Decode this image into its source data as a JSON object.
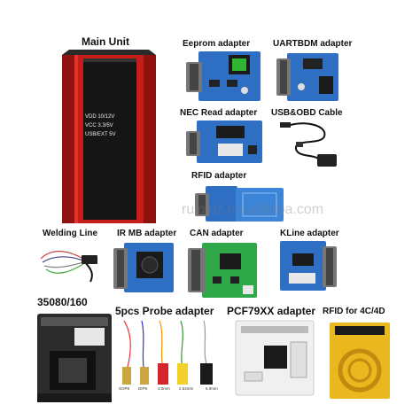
{
  "labels": {
    "main_unit": "Main Unit",
    "eeprom": "Eeprom adapter",
    "uartbdm": "UARTBDM adapter",
    "nec": "NEC Read adapter",
    "usb_obd": "USB&OBD Cable",
    "rfid": "RFID adapter",
    "welding": "Welding Line",
    "ir_mb": "IR MB adapter",
    "can": "CAN adapter",
    "kline": "KLine adapter",
    "p35080": "35080/160",
    "probe": "5pcs Probe adapter",
    "pcf79xx": "PCF79XX adapter",
    "rfid_4c4d": "RFID for 4C/4D"
  },
  "unit_text": {
    "vdd": "VDD 10/12V",
    "vcc": "VCC 3.3/5V",
    "usb": "USB/EXT 5V"
  },
  "probe_labels": [
    "SOP8",
    "DIP8",
    "3.0mm",
    "2.54mm",
    "6.0mm"
  ],
  "watermark": "ruiqidz.en.alibaba.com",
  "colors": {
    "unit_red": "#d0201c",
    "unit_black": "#1a1a1a",
    "pcb_blue": "#2e6fc4",
    "pcb_white": "#f0f0f0",
    "rfid_gold": "#e8b81e"
  }
}
